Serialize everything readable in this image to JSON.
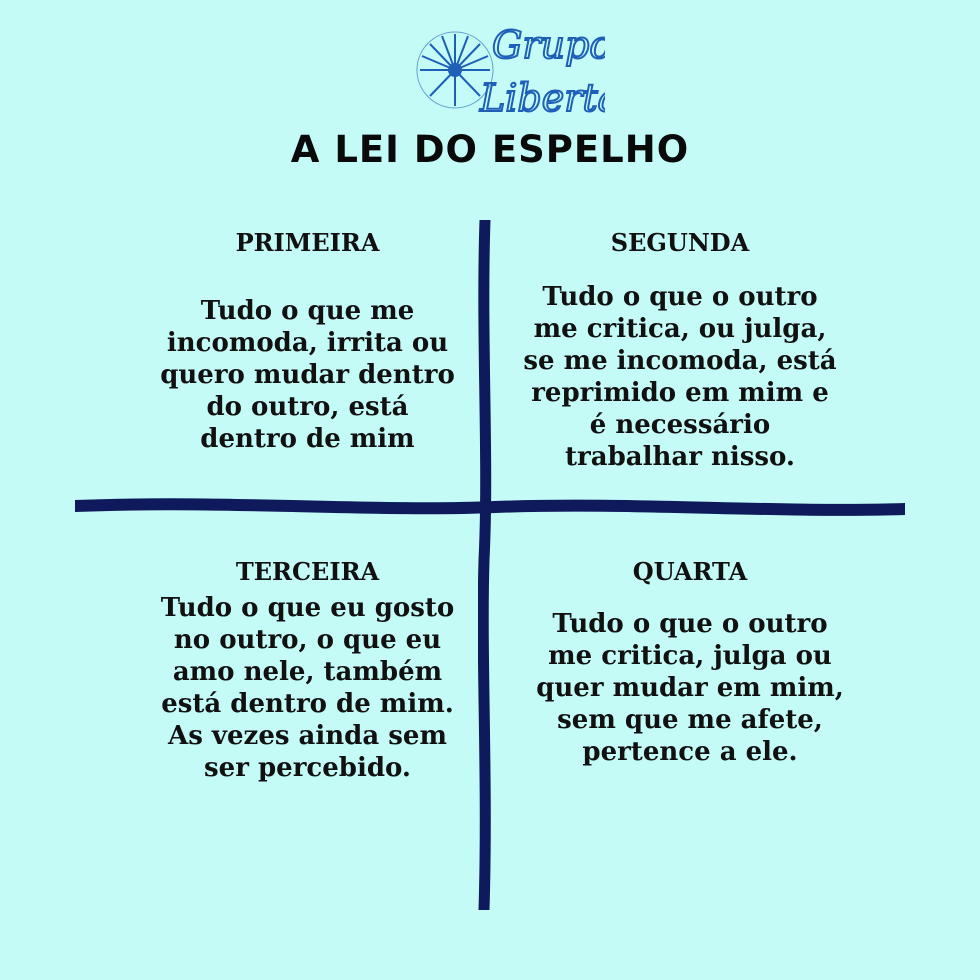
{
  "logo": {
    "line1": "Grupo",
    "line2": "Liberta",
    "icon": "dandelion-icon"
  },
  "title": "A LEI DO ESPELHO",
  "quadrants": [
    {
      "heading": "PRIMEIRA",
      "text": "Tudo o que me incomoda, irrita ou quero mudar dentro do outro, está dentro de mim"
    },
    {
      "heading": "SEGUNDA",
      "text": "Tudo o que o outro me critica, ou julga, se me incomoda, está reprimido em mim e é necessário trabalhar nisso."
    },
    {
      "heading": "TERCEIRA",
      "text": "Tudo o que eu gosto no outro, o que eu amo nele, também está dentro de mim. As vezes ainda sem ser percebido."
    },
    {
      "heading": "QUARTA",
      "text": "Tudo o que o outro me critica, julga ou quer mudar em mim, sem que me afete, pertence a ele."
    }
  ],
  "colors": {
    "background": "#c4fbf6",
    "lines": "#0f1a5c",
    "logo": "#1e5fb8",
    "text": "#111111"
  }
}
